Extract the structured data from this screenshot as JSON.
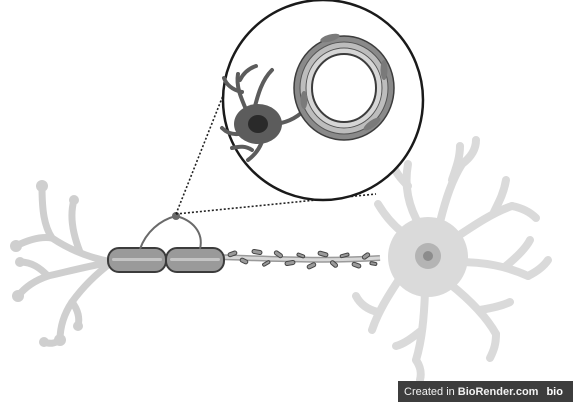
{
  "watermark": {
    "prefix": "Created in",
    "brand": "BioRender.com",
    "logo": "bio"
  },
  "colors": {
    "neuron_fill": "#dcdcdc",
    "neuron_stroke": "#a8a8a8",
    "myelin_fill": "#9a9a9a",
    "myelin_stroke": "#3c3c3c",
    "glia_body": "#5c5c5c",
    "glia_nucleus": "#2a2a2a",
    "inset_stroke": "#1a1a1a",
    "watermark_bg": "#3d3d3d"
  },
  "icons": [
    "neuron-soma",
    "oligodendrocyte",
    "myelin-sheath",
    "axon-terminal"
  ]
}
